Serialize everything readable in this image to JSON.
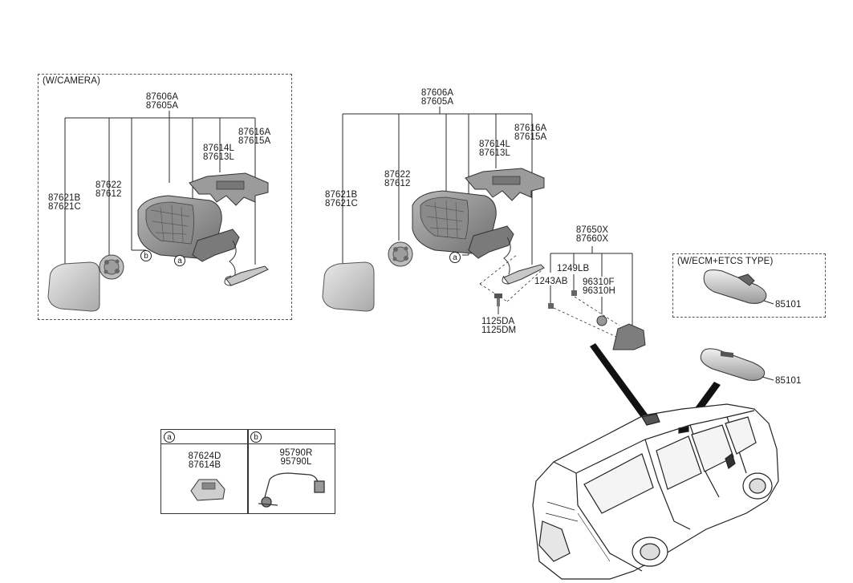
{
  "camera_group": {
    "title": "(W/CAMERA)",
    "assembly": [
      "87606A",
      "87605A"
    ],
    "glass": [
      "87621B",
      "87621C"
    ],
    "actuator": [
      "87622",
      "87612"
    ],
    "cover": [
      "87614L",
      "87613L"
    ],
    "lamp": [
      "87616A",
      "87615A"
    ],
    "marker_a": "a",
    "marker_b": "b"
  },
  "main_group": {
    "assembly": [
      "87606A",
      "87605A"
    ],
    "glass": [
      "87621B",
      "87621C"
    ],
    "actuator": [
      "87622",
      "87612"
    ],
    "cover": [
      "87614L",
      "87613L"
    ],
    "lamp": [
      "87616A",
      "87615A"
    ],
    "screw": [
      "1125DA",
      "1125DM"
    ],
    "marker_a": "a"
  },
  "inside_mirror_group": {
    "assembly": [
      "87650X",
      "87660X"
    ],
    "bolt": "1249LB",
    "screw": "1243AB",
    "sensor": [
      "96310F",
      "96310H"
    ]
  },
  "ecm_group": {
    "title": "(W/ECM+ETCS TYPE)",
    "part": "85101"
  },
  "room_mirror": {
    "part": "85101"
  },
  "legend": {
    "a": {
      "marker": "a",
      "parts": [
        "87624D",
        "87614B"
      ]
    },
    "b": {
      "marker": "b",
      "parts": [
        "95790R",
        "95790L"
      ]
    }
  },
  "colors": {
    "line": "#2a2a2a",
    "part_fill": "#d6d6d6",
    "part_dark": "#8a8a8a"
  }
}
